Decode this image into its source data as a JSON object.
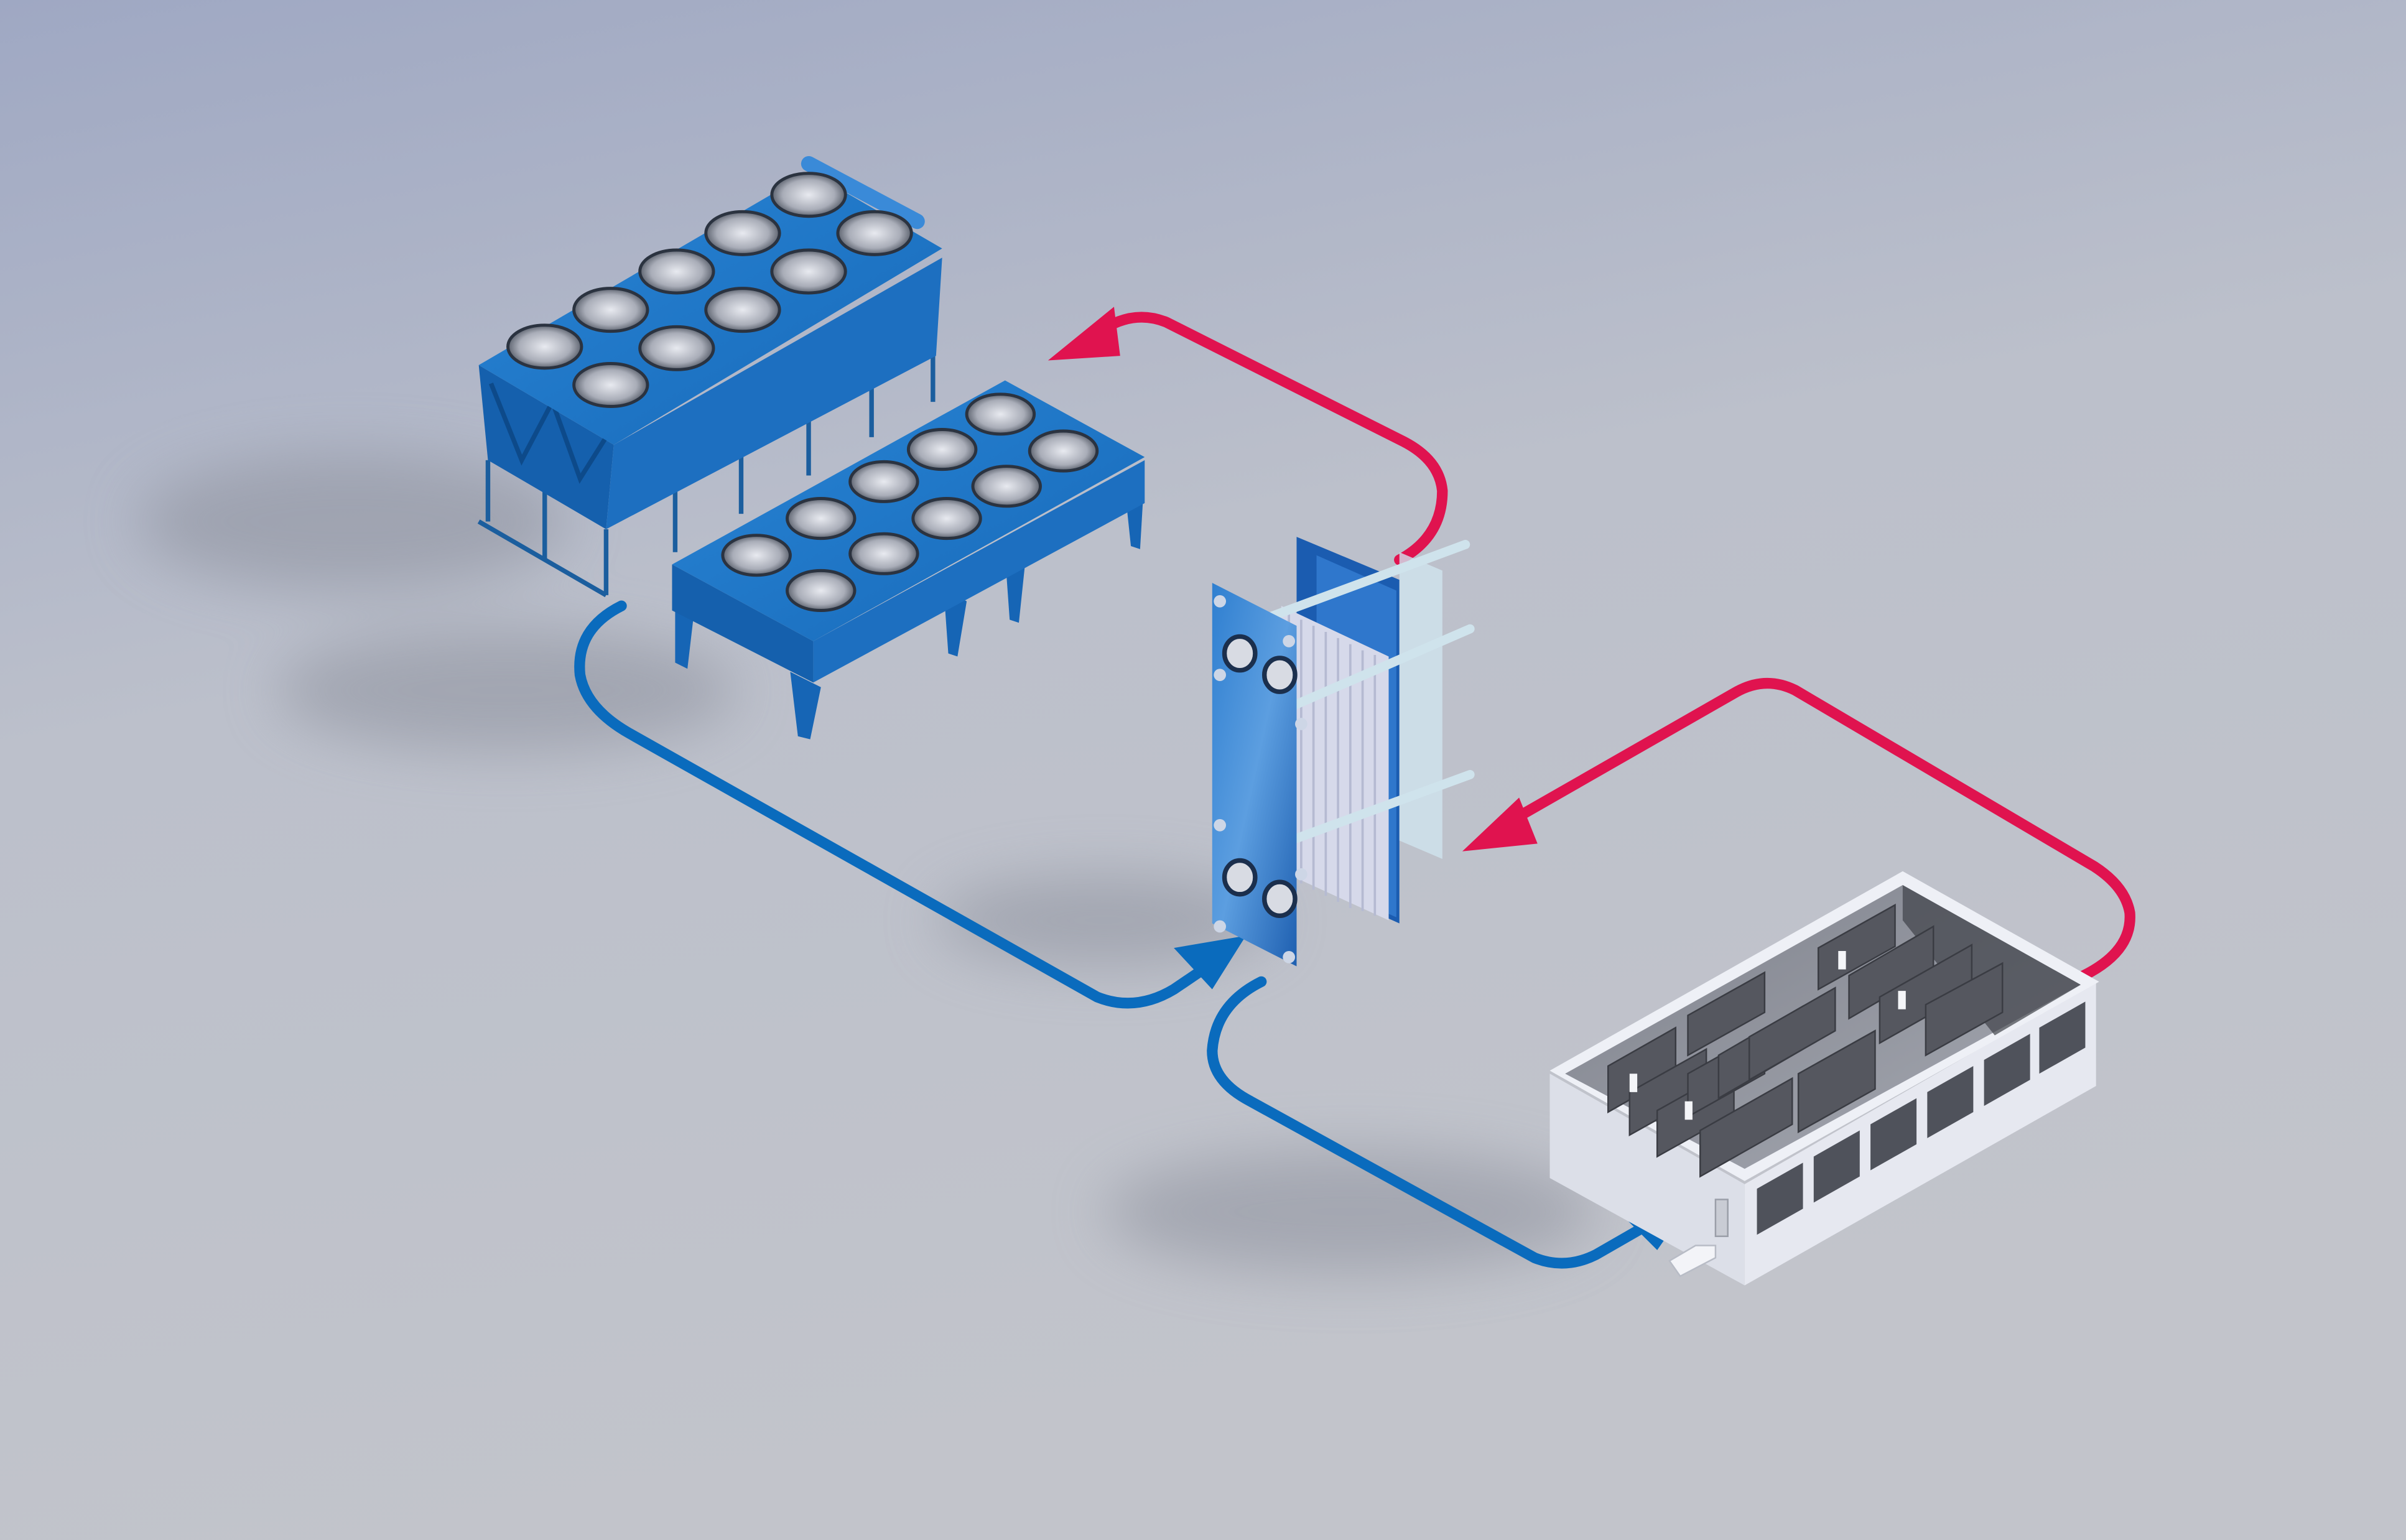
{
  "diagram": {
    "components": [
      {
        "id": "dry-cooler-large",
        "icon": "dry-cooler-icon"
      },
      {
        "id": "dry-cooler-small",
        "icon": "dry-cooler-icon"
      },
      {
        "id": "plate-heat-exchanger",
        "icon": "heat-exchanger-icon"
      },
      {
        "id": "data-center",
        "icon": "data-center-icon"
      }
    ],
    "flows": [
      {
        "id": "warm-return-primary",
        "from": "plate-heat-exchanger",
        "to": "dry-cooler-large",
        "color_role": "warm"
      },
      {
        "id": "cool-supply-primary",
        "from": "dry-cooler-large",
        "to": "plate-heat-exchanger",
        "color_role": "cool"
      },
      {
        "id": "warm-return-secondary",
        "from": "data-center",
        "to": "plate-heat-exchanger",
        "color_role": "warm"
      },
      {
        "id": "cool-supply-secondary",
        "from": "plate-heat-exchanger",
        "to": "data-center",
        "color_role": "cool"
      }
    ]
  },
  "colors": {
    "background_top": "#9fa8c3",
    "background_bottom": "#c2c4cb",
    "warm_pipe": "#e0134f",
    "cool_pipe": "#0a6bbd",
    "equipment_blue": "#1a73c6",
    "building_wall": "#e4e6ee",
    "server_rack": "#55575f"
  }
}
